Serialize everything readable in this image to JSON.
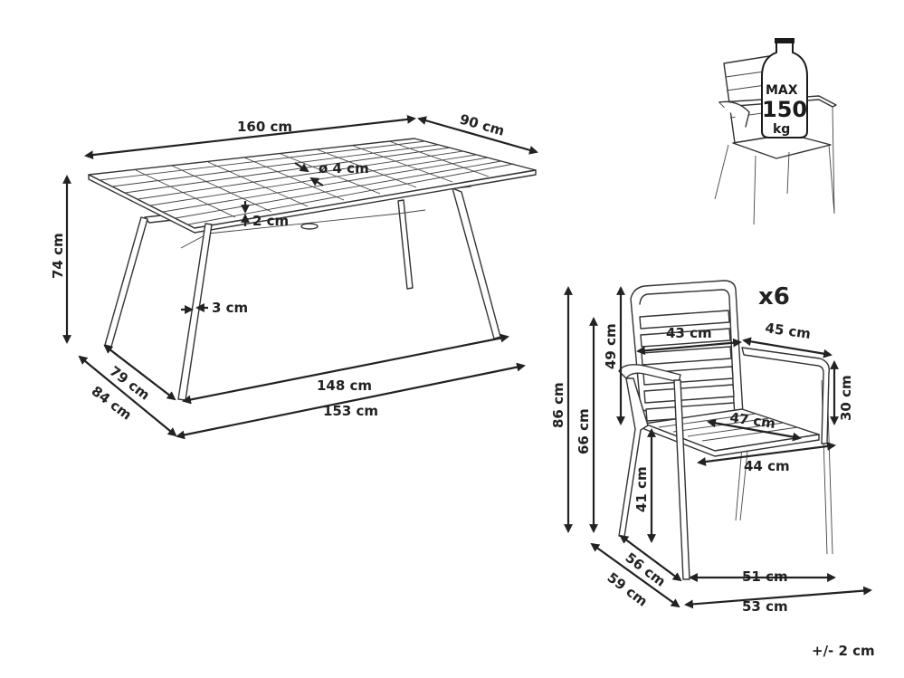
{
  "colors": {
    "line": "#222222",
    "drawing": "#333333",
    "background": "#ffffff"
  },
  "table": {
    "length": "160 cm",
    "width": "90 cm",
    "height": "74 cm",
    "hole": "ø 4 cm",
    "slat_gap": "2 cm",
    "leg": "3 cm",
    "leg_span_width_inner": "79 cm",
    "leg_span_width_outer": "84 cm",
    "leg_span_length_inner": "148 cm",
    "leg_span_length_outer": "153 cm"
  },
  "chair": {
    "quantity": "x6",
    "total_height": "86 cm",
    "seat_height_front": "66 cm",
    "back_height": "49 cm",
    "seat_height": "41 cm",
    "back_width": "43 cm",
    "arm_depth": "45 cm",
    "arm_height": "30 cm",
    "seat_depth": "47 cm",
    "seat_width": "44 cm",
    "depth_inner": "56 cm",
    "depth_outer": "59 cm",
    "width_inner": "51 cm",
    "width_outer": "53 cm"
  },
  "badge": {
    "line1": "MAX",
    "line2": "150",
    "line3": "kg"
  },
  "tolerance": "+/- 2 cm"
}
